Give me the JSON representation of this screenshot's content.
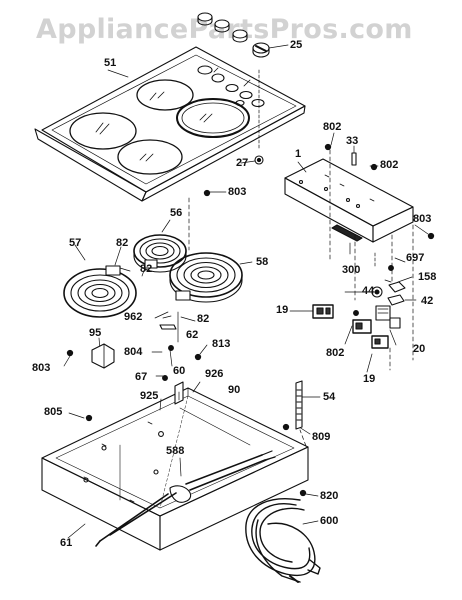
{
  "watermark": "AppliancePartsPros.com",
  "callouts": {
    "c1": "1",
    "c19a": "19",
    "c19b": "19",
    "c20": "20",
    "c25": "25",
    "c27": "27",
    "c33": "33",
    "c42": "42",
    "c44": "44",
    "c51": "51",
    "c54": "54",
    "c56": "56",
    "c57": "57",
    "c58": "58",
    "c60": "60",
    "c61": "61",
    "c62": "62",
    "c67": "67",
    "c82a": "82",
    "c82b": "82",
    "c82c": "82",
    "c90": "90",
    "c95": "95",
    "c158": "158",
    "c300": "300",
    "c588": "588",
    "c600": "600",
    "c697": "697",
    "c802a": "802",
    "c802b": "802",
    "c802c": "802",
    "c803a": "803",
    "c803b": "803",
    "c803c": "803",
    "c804": "804",
    "c805": "805",
    "c809": "809",
    "c813": "813",
    "c820": "820",
    "c925": "925",
    "c926": "926",
    "c962": "962"
  }
}
